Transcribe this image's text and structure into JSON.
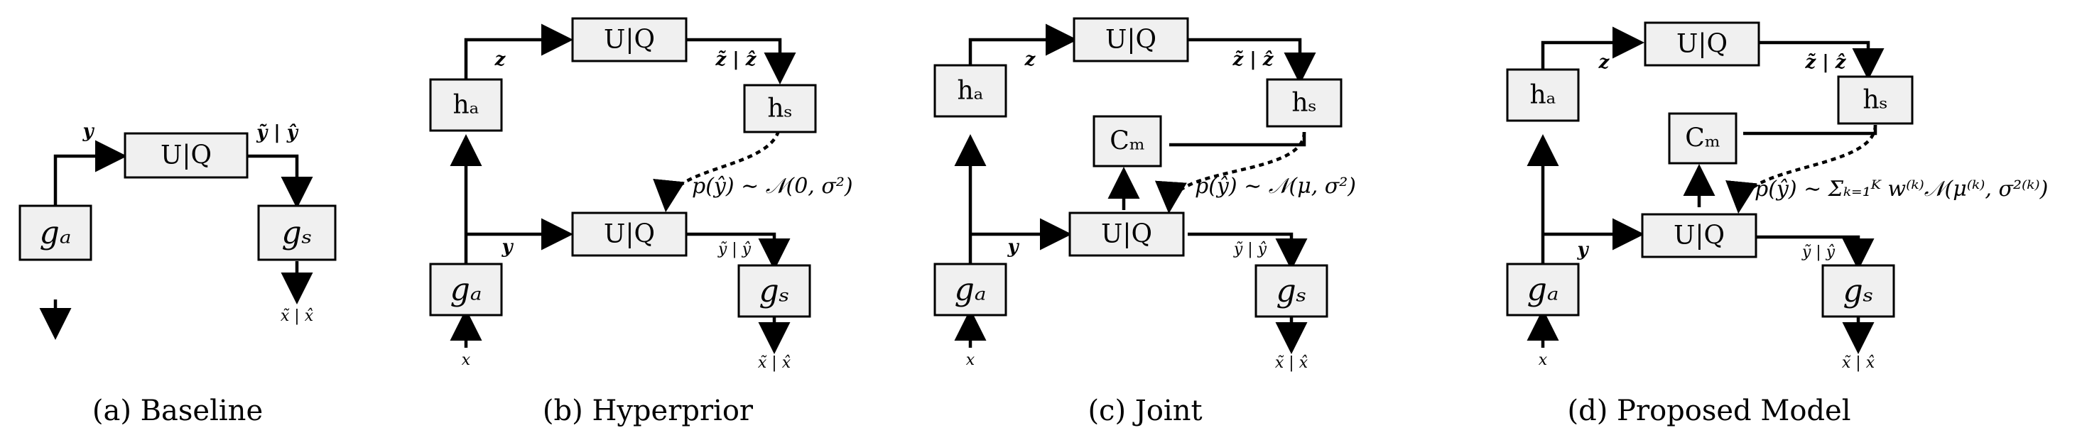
{
  "labels": {
    "uq": "U|Q",
    "ga": "gₐ",
    "gs": "gₛ",
    "ha": "hₐ",
    "hs": "hₛ",
    "cm": "Cₘ"
  },
  "signals": {
    "x": "x",
    "y": "y",
    "z": "z",
    "y_tilde_hat": "ỹ | ŷ",
    "z_tilde_hat": "z̃ | ẑ",
    "x_tilde_hat": "x̃ | x̂"
  },
  "priors": {
    "hyperprior": "p(ŷ) ∼ 𝒩(0, σ²)",
    "joint": "p(ŷ) ∼ 𝒩(μ, σ²)",
    "proposed": "p(ŷ) ∼ Σₖ₌₁ᴷ w⁽ᵏ⁾𝒩(μ⁽ᵏ⁾, σ²⁽ᵏ⁾)"
  },
  "captions": {
    "a": "(a)  Baseline",
    "b": "(b)  Hyperprior",
    "c": "(c)  Joint",
    "d": "(d)  Proposed Model"
  }
}
